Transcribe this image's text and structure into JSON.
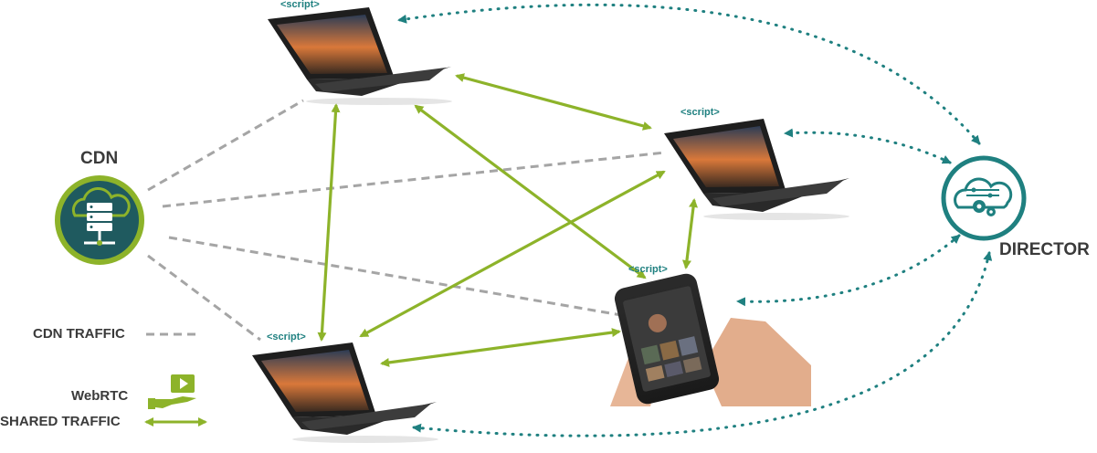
{
  "labels": {
    "cdn": "CDN",
    "director": "DIRECTOR",
    "script": "<script>"
  },
  "legend": {
    "cdn_traffic": "CDN TRAFFIC",
    "webrtc": "WebRTC",
    "shared_traffic": "SHARED TRAFFIC"
  },
  "colors": {
    "webrtc_arrow": "#8db32a",
    "cdn_dash": "#a5a5a5",
    "director_dots": "#1f8080",
    "text_dark": "#3a3a3a",
    "cdn_icon_bg": "#1f5a5f",
    "cdn_icon_ring": "#8db32a"
  },
  "icons": {
    "cdn": "cloud-server-icon",
    "director": "cloud-gears-icon",
    "webrtc": "hand-video-icon"
  },
  "nodes": [
    "laptop-top",
    "laptop-right",
    "laptop-bottom",
    "smartphone"
  ]
}
